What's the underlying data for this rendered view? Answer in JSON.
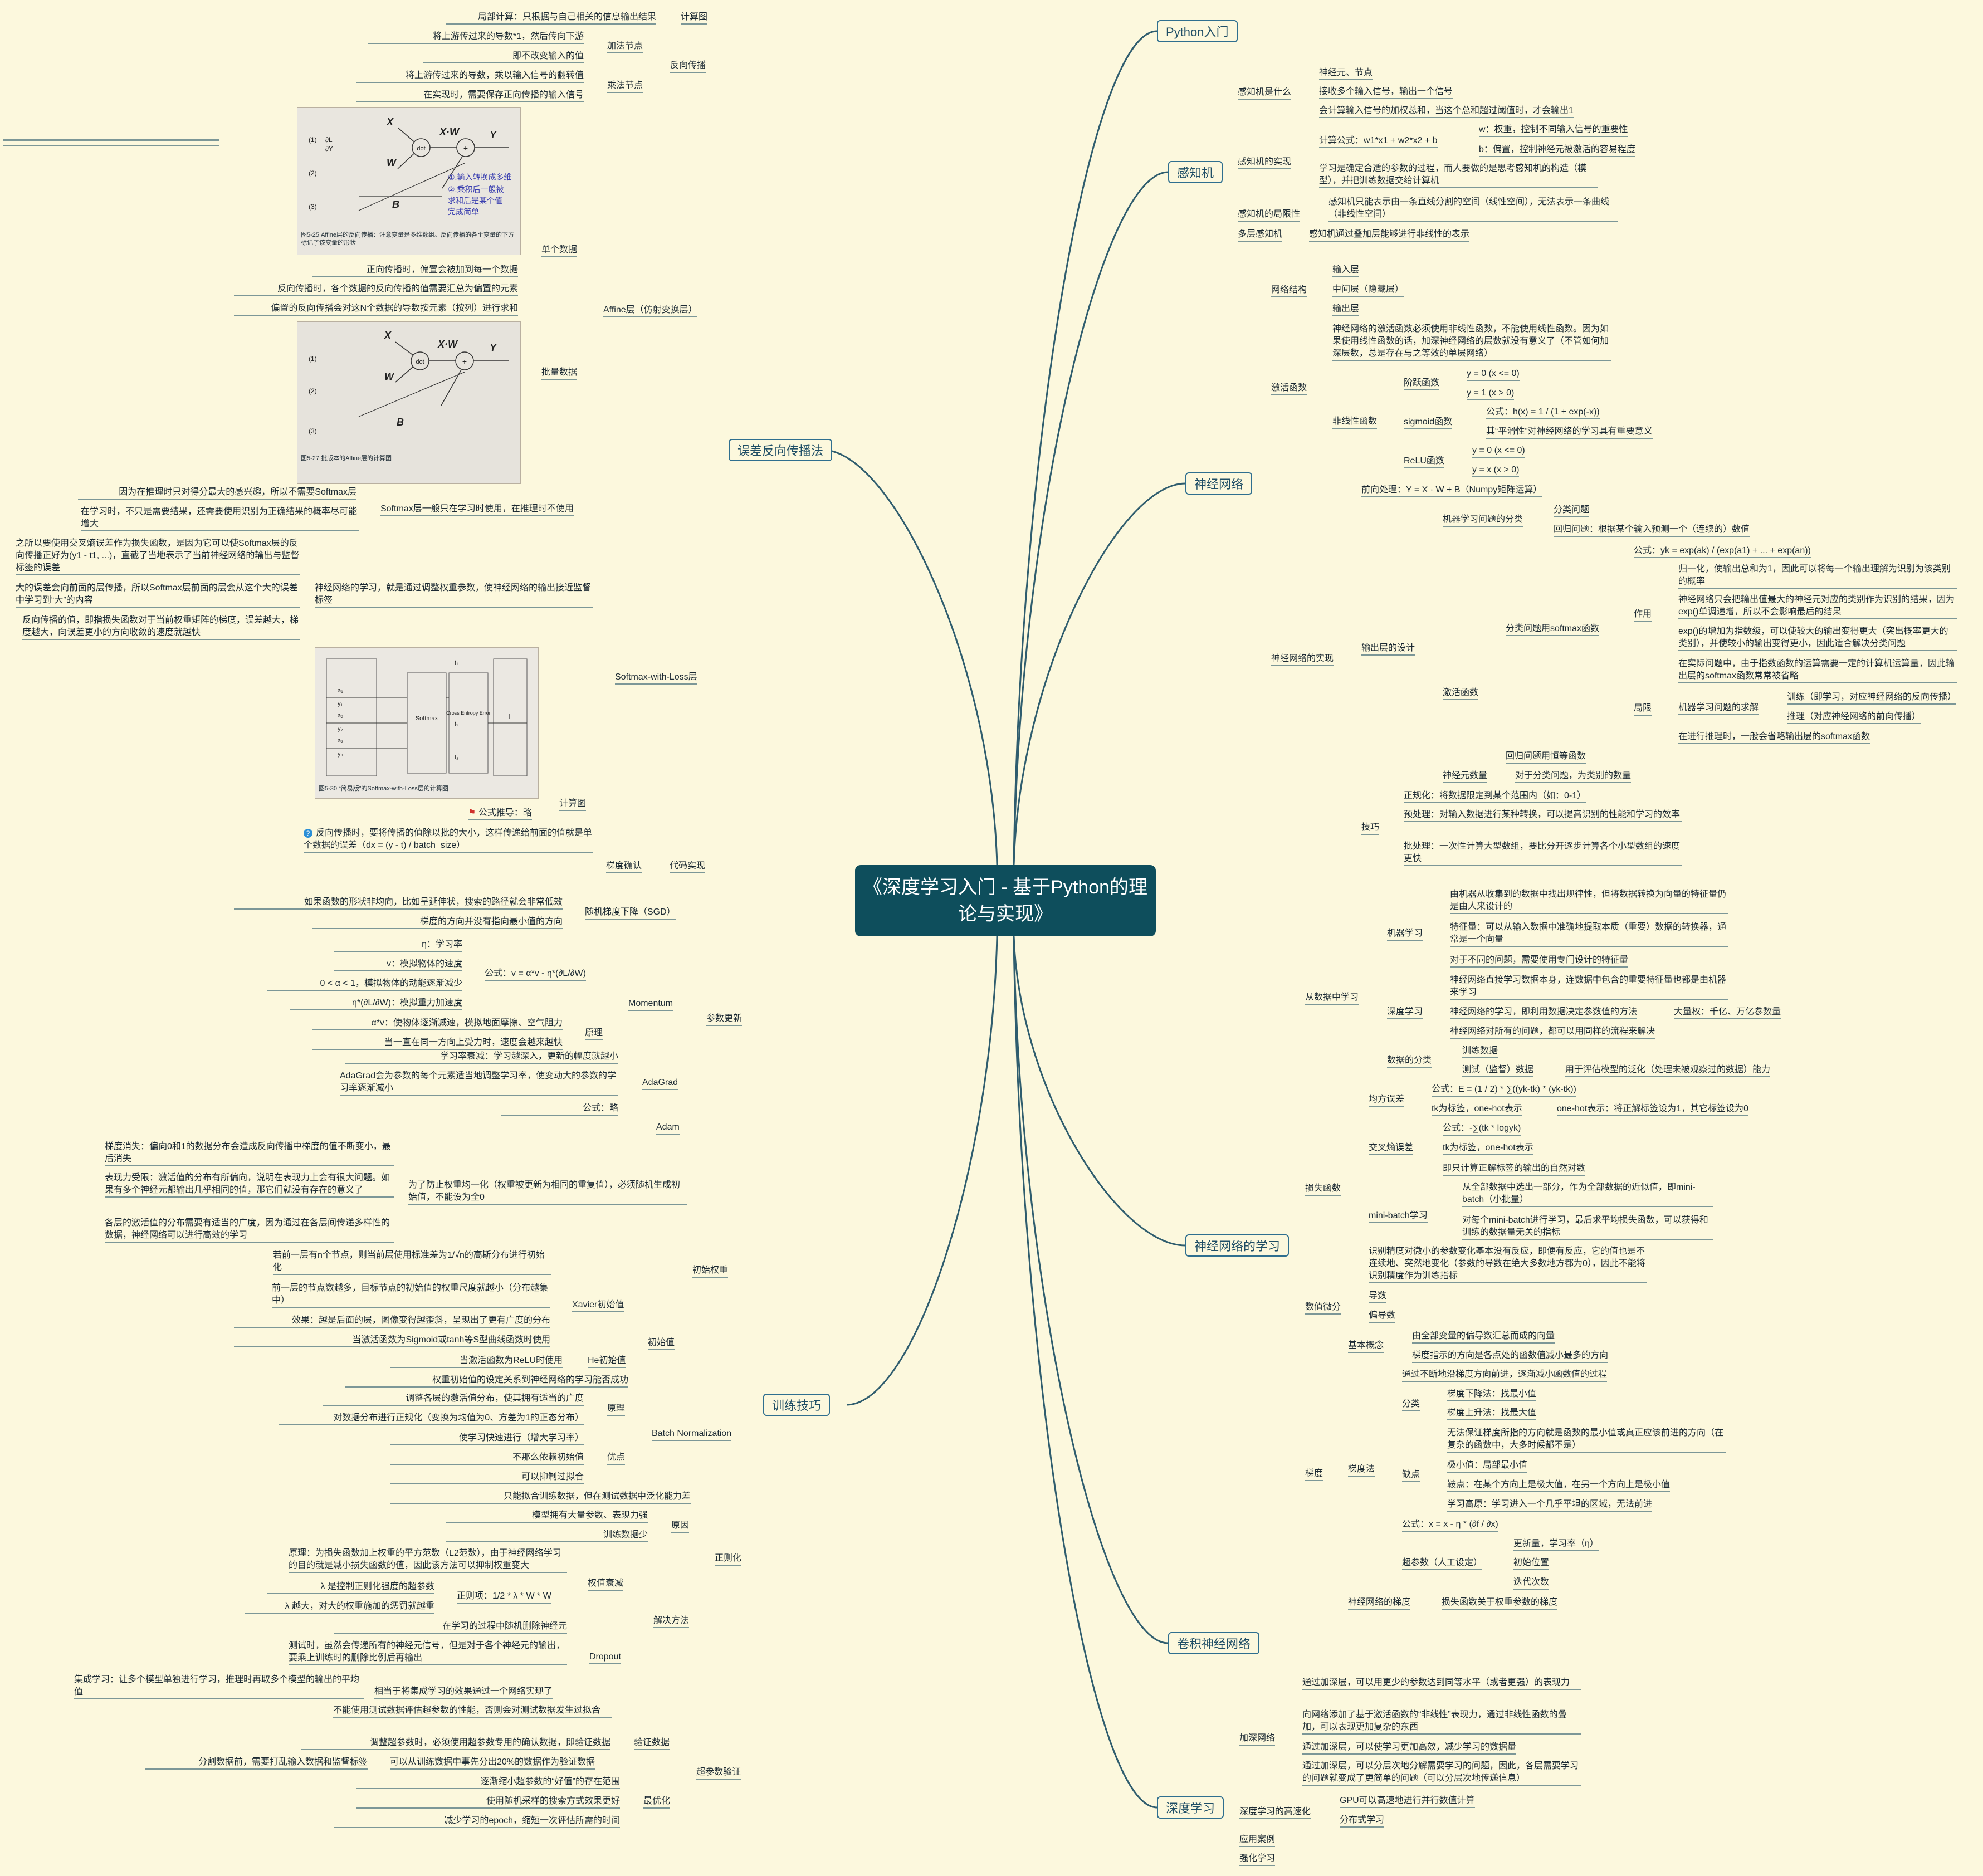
{
  "root": "《深度学习入门 - 基于Python的理论与实现》",
  "right": {
    "python": "Python入门",
    "perceptron": {
      "label": "感知机",
      "what": "感知机是什么",
      "what_items": [
        "神经元、节点",
        "接收多个输入信号，输出一个信号",
        "会计算输入信号的加权总和，当这个总和超过阈值时，才会输出1"
      ],
      "impl": "感知机的实现",
      "formula": "计算公式：w1*x1 + w2*x2 + b",
      "w": "w：权重，控制不同输入信号的重要性",
      "b": "b：偏置，控制神经元被激活的容易程度",
      "learning": "学习是确定合适的参数的过程，而人要做的是思考感知机的构造（模型），并把训练数据交给计算机",
      "limit": "感知机的局限性",
      "limit_desc": "感知机只能表示由一条直线分割的空间（线性空间），无法表示一条曲线（非线性空间）",
      "multi": "多层感知机",
      "multi_desc": "感知机通过叠加层能够进行非线性的表示"
    },
    "nn": {
      "label": "神经网络",
      "structure": "网络结构",
      "layers": [
        "输入层",
        "中间层（隐藏层）",
        "输出层"
      ],
      "act": "激活函数",
      "act_desc": "神经网络的激活函数必须使用非线性函数，不能使用线性函数。因为如果使用线性函数的话，加深神经网络的层数就没有意义了（不管如何加深层数，总是存在与之等效的单层网络）",
      "nonlinear": "非线性函数",
      "step": "阶跃函数",
      "step_items": [
        "y = 0 (x <= 0)",
        "y = 1 (x > 0)"
      ],
      "sigmoid": "sigmoid函数",
      "sigmoid_items": [
        "公式：h(x) = 1 / (1 + exp(-x))",
        "其“平滑性”对神经网络的学习具有重要意义"
      ],
      "relu": "ReLU函数",
      "relu_items": [
        "y = 0 (x <= 0)",
        "y = x (x > 0)"
      ],
      "impl": "神经网络的实现",
      "forward": "前向处理：Y = X · W + B（Numpy矩阵运算）",
      "output": "输出层的设计",
      "ml_problem": "机器学习问题的分类",
      "ml_items": [
        "分类问题",
        "回归问题：根据某个输入预测一个（连续的）数值"
      ],
      "act2": "激活函数",
      "softmax": "分类问题用softmax函数",
      "softmax_formula": "公式：yk = exp(ak) / (exp(a1) + ... + exp(an))",
      "role": "作用",
      "role_items": [
        "归一化，使输出总和为1，因此可以将每一个输出理解为识别为该类别的概率",
        "神经网络只会把输出值最大的神经元对应的类别作为识别的结果，因为exp()单调递增，所以不会影响最后的结果",
        "exp()的增加为指数级，可以使较大的输出变得更大（突出概率更大的类别），并使较小的输出变得更小，因此适合解决分类问题"
      ],
      "limit": "局限",
      "limit_text": "在实际问题中，由于指数函数的运算需要一定的计算机运算量，因此输出层的softmax函数常常被省略",
      "ml_solve": "机器学习问题的求解",
      "ml_solve_items": [
        "训练（即学习，对应神经网络的反向传播）",
        "推理（对应神经网络的前向传播）"
      ],
      "infer": "在进行推理时，一般会省略输出层的softmax函数",
      "regress": "回归问题用恒等函数",
      "neurons": "神经元数量",
      "neurons_desc": "对于分类问题，为类别的数量",
      "tricks": "技巧",
      "trick_items": [
        "正规化：将数据限定到某个范围内（如：0-1）",
        "预处理：对输入数据进行某种转换，可以提高识别的性能和学习的效率",
        "批处理：一次性计算大型数组，要比分开逐步计算各个小型数组的速度更快"
      ]
    },
    "learn": {
      "label": "神经网络的学习",
      "from_data": "从数据中学习",
      "ml": "机器学习",
      "ml_items": [
        "由机器从收集到的数据中找出规律性，但将数据转换为向量的特征量仍是由人来设计的",
        "特征量：可以从输入数据中准确地提取本质（重要）数据的转换器，通常是一个向量",
        "对于不同的问题，需要使用专门设计的特征量"
      ],
      "dl": "深度学习",
      "dl_items": [
        "神经网络直接学习数据本身，连数据中包含的重要特征量也都是由机器来学习",
        "神经网络的学习，即利用数据决定参数值的方法",
        "神经网络对所有的问题，都可以用同样的流程来解决"
      ],
      "params": "大量权：千亿、万亿参数量",
      "split": "数据的分类",
      "split_items": [
        "训练数据",
        "测试（监督）数据",
        "用于评估模型的泛化（处理未被观察过的数据）能力"
      ],
      "loss": "损失函数",
      "mse": "均方误差",
      "mse_items": [
        "公式：E = (1 / 2) * ∑((yk-tk) * (yk-tk))",
        "tk为标签，one-hot表示",
        "one-hot表示：将正解标签设为1，其它标签设为0"
      ],
      "ce": "交叉熵误差",
      "ce_items": [
        "公式：-∑(tk * logyk)",
        "tk为标签，one-hot表示",
        "即只计算正解标签的输出的自然对数"
      ],
      "mb": "mini-batch学习",
      "mb_items": [
        "从全部数据中选出一部分，作为全部数据的近似值，即mini-batch（小批量）",
        "对每个mini-batch进行学习，最后求平均损失函数，可以获得和训练的数据量无关的指标"
      ],
      "loss_why": "识别精度对微小的参数变化基本没有反应，即便有反应，它的值也是不连续地、突然地变化（参数的导数在绝大多数地方都为0），因此不能将识别精度作为训练指标",
      "deriv": "数值微分",
      "deriv_items": [
        "导数",
        "偏导数"
      ],
      "grad": "梯度",
      "basic": "基本概念",
      "basic_items": [
        "由全部变量的偏导数汇总而成的向量",
        "梯度指示的方向是各点处的函数值减小最多的方向"
      ],
      "gd": "梯度法",
      "gd_desc": "通过不断地沿梯度方向前进，逐渐减小函数值的过程",
      "cls": "分类",
      "cls_items": [
        "梯度下降法：找最小值",
        "梯度上升法：找最大值"
      ],
      "cons": "缺点",
      "cons_items": [
        "无法保证梯度所指的方向就是函数的最小值或真正应该前进的方向（在复杂的函数中，大多时候都不是）",
        "极小值：局部最小值",
        "鞍点：在某个方向上是极大值，在另一个方向上是极小值",
        "学习高原：学习进入一个几乎平坦的区域，无法前进"
      ],
      "gd_formula": "公式：x = x - η * (∂f / ∂x)",
      "hyper": "超参数（人工设定）",
      "hyper_items": [
        "更新量，学习率（η）",
        "初始位置",
        "迭代次数"
      ],
      "nn_grad": "神经网络的梯度",
      "nn_grad_desc": "损失函数关于权重参数的梯度"
    },
    "cnn": "卷积神经网络",
    "deep": {
      "label": "深度学习",
      "deeper": "加深网络",
      "deeper_items": [
        "通过加深层，可以用更少的参数达到同等水平（或者更强）的表现力",
        "向网络添加了基于激活函数的“非线性”表现力，通过非线性函数的叠加，可以表现更加复杂的东西",
        "通过加深层，可以使学习更加高效，减少学习的数据量",
        "通过加深层，可以分层次地分解需要学习的问题，因此，各层需要学习的问题就变成了更简单的问题（可以分层次地传递信息）"
      ],
      "speed": "深度学习的高速化",
      "speed_items": [
        "GPU可以高速地进行并行数值计算",
        "分布式学习"
      ],
      "apps": "应用案例",
      "rl": "强化学习"
    }
  },
  "left": {
    "backprop": {
      "label": "误差反向传播法",
      "graph": "计算图",
      "graph_desc": "局部计算：只根据与自己相关的信息输出结果",
      "bp": "反向传播",
      "add": "加法节点",
      "add_items": [
        "将上游传过来的导数*1，然后传向下游",
        "即不改变输入的值"
      ],
      "mul": "乘法节点",
      "mul_items": [
        "将上游传过来的导数，乘以输入信号的翻转值",
        "在实现时，需要保存正向传播的输入信号"
      ],
      "affine": "Affine层（仿射变换层）",
      "single": "单个数据",
      "batch": "批量数据",
      "batch_items": [
        "正向传播时，偏置会被加到每一个数据",
        "反向传播时，各个数据的反向传播的值需要汇总为偏置的元素",
        "偏置的反向传播会对这N个数据的导数按元素（按列）进行求和"
      ],
      "sm": "Softmax-with-Loss层",
      "sm_train": "Softmax层一般只在学习时使用，在推理时不使用",
      "sm_train_items": [
        "因为在推理时只对得分最大的感兴趣，所以不需要Softmax层",
        "在学习时，不只是需要结果，还需要使用识别为正确结果的概率尽可能增大"
      ],
      "sm_ce": "之所以要使用交叉熵误差作为损失函数，是因为它可以使Softmax层的反向传播正好为(y1 - t1, ...)，直截了当地表示了当前神经网络的输出与监督标签的误差",
      "sm_learn": "神经网络的学习，就是通过调整权重参数，使神经网络的输出接近监督标签",
      "sm_learn_items": [
        "大的误差会向前面的层传播，所以Softmax层前面的层会从这个大的误差中学习到“大”的内容",
        "反向传播的值，即指损失函数对于当前权重矩阵的梯度，误差越大，梯度越大，向误差更小的方向收敛的速度就越快"
      ],
      "sm_graph": "计算图",
      "formula_flag": "公式推导：略",
      "hint_text": "反向传播时，要将传播的值除以批的大小，这样传递给前面的值就是单个数据的误差（dx = (y - t) / batch_size）",
      "check": "梯度确认",
      "code": "代码实现",
      "img1_caption": "图5-25 Affine层的反向传播：注意变量是多维数组。反向传播的各个变量的下方标记了该变量的形状",
      "img2_caption": "图5-27 批版本的Affine层的计算图",
      "img3_caption": "图5-30 “简易版”的Softmax-with-Loss层的计算图",
      "img_labels": [
        "X·W",
        "Y",
        "W",
        "B",
        "X",
        "dot",
        "+",
        "(1)",
        "(2)",
        "(3)",
        "∂L",
        "∂Y",
        "Softmax",
        "Cross Entropy Error",
        "L",
        "y₁",
        "y₂",
        "y₃",
        "t₁",
        "t₂",
        "t₃",
        "a₁",
        "a₂",
        "a₃"
      ],
      "handwriting": [
        "①.输入转换成多维",
        "②.乘积后一般被",
        "求和后是某个值",
        "完成简单"
      ]
    },
    "tricks": {
      "label": "训练技巧",
      "update": "参数更新",
      "sgd": "随机梯度下降（SGD）",
      "sgd_items": [
        "如果函数的形状非均向，比如呈延伸状，搜索的路径就会非常低效",
        "梯度的方向并没有指向最小值的方向"
      ],
      "momentum": "Momentum",
      "mom_formula": "公式：v = α*v - η*(∂L/∂W)",
      "mom_formula_items": [
        "η：学习率",
        "v：模拟物体的速度",
        "0 < α < 1，模拟物体的动能逐渐减少",
        "η*(∂L/∂W)：模拟重力加速度"
      ],
      "principle": "原理",
      "principle_items": [
        "α*v：使物体逐渐减速，模拟地面摩擦、空气阻力",
        "当一直在同一方向上受力时，速度会越来越快"
      ],
      "adagrad": "AdaGrad",
      "adagrad_items": [
        "学习率衰减：学习越深入，更新的幅度就越小",
        "AdaGrad会为参数的每个元素适当地调整学习率，使变动大的参数的学习率逐渐减小",
        "公式：略"
      ],
      "adam": "Adam",
      "init": "初始权重",
      "no_zero": "为了防止权重均一化（权重被更新为相同的重复值），必须随机生成初始值，不能设为全0",
      "no_zero_items": [
        "梯度消失：偏向0和1的数据分布会造成反向传播中梯度的值不断变小，最后消失",
        "表现力受限：激活值的分布有所偏向，说明在表现力上会有很大问题。如果有多个神经元都输出几乎相同的值，那它们就没有存在的意义了",
        "各层的激活值的分布需要有适当的广度，因为通过在各层间传递多样性的数据，神经网络可以进行高效的学习"
      ],
      "init_val": "初始值",
      "xavier": "Xavier初始值",
      "xavier_items": [
        "若前一层有n个节点，则当前层使用标准差为1/√n的高斯分布进行初始化",
        "前一层的节点数越多，目标节点的初始值的权重尺度就越小（分布越集中）",
        "效果：越是后面的层，图像变得越歪斜，呈现出了更有广度的分布",
        "当激活函数为Sigmoid或tanh等S型曲线函数时使用"
      ],
      "he": "He初始值",
      "he_desc": "当激活函数为ReLU时使用",
      "init_imp": "权重初始值的设定关系到神经网络的学习能否成功",
      "bn": "Batch Normalization",
      "bn_principle": "原理",
      "bn_principle_items": [
        "调整各层的激活值分布，使其拥有适当的广度",
        "对数据分布进行正规化（变换为均值为0、方差为1的正态分布）"
      ],
      "bn_pros": "优点",
      "bn_pros_items": [
        "使学习快速进行（增大学习率）",
        "不那么依赖初始值",
        "可以抑制过拟合"
      ],
      "reg": "正则化",
      "overfit": "只能拟合训练数据，但在测试数据中泛化能力差",
      "cause": "原因",
      "cause_items": [
        "模型拥有大量参数、表现力强",
        "训练数据少"
      ],
      "solution": "解决方法",
      "wd": "权值衰减",
      "wd_desc": "原理：为损失函数加上权重的平方范数（L2范数），由于神经网络学习的目的就是减小损失函数的值，因此该方法可以抑制权重变大",
      "wd_term": "正则项：1/2 * λ * W * W",
      "wd_term_items": [
        "λ 是控制正则化强度的超参数",
        "λ 越大，对大的权重施加的惩罚就越重"
      ],
      "dropout": "Dropout",
      "dropout_items": [
        "在学习的过程中随机删除神经元",
        "测试时，虽然会传递所有的神经元信号，但是对于各个神经元的输出，要乘上训练时的删除比例后再输出"
      ],
      "ensemble": "集成学习：让多个模型单独进行学习，推理时再取多个模型的输出的平均值",
      "ensemble_desc": "相当于将集成学习的效果通过一个网络实现了",
      "hp": "超参数验证",
      "val": "验证数据",
      "val_items": [
        "不能使用测试数据评估超参数的性能，否则会对测试数据发生过拟合",
        "调整超参数时，必须使用超参数专用的确认数据，即验证数据",
        "可以从训练数据中事先分出20%的数据作为验证数据"
      ],
      "val_split": "分割数据前，需要打乱输入数据和监督标签",
      "opt": "最优化",
      "opt_items": [
        "逐渐缩小超参数的“好值”的存在范围",
        "使用随机采样的搜索方式效果更好",
        "减少学习的epoch，缩短一次评估所需的时间"
      ]
    }
  },
  "colors": {
    "line": "#2f5d6e",
    "root": "#0e4e5c",
    "bg": "#FCF8DD",
    "accent": "#2f6f8f"
  }
}
